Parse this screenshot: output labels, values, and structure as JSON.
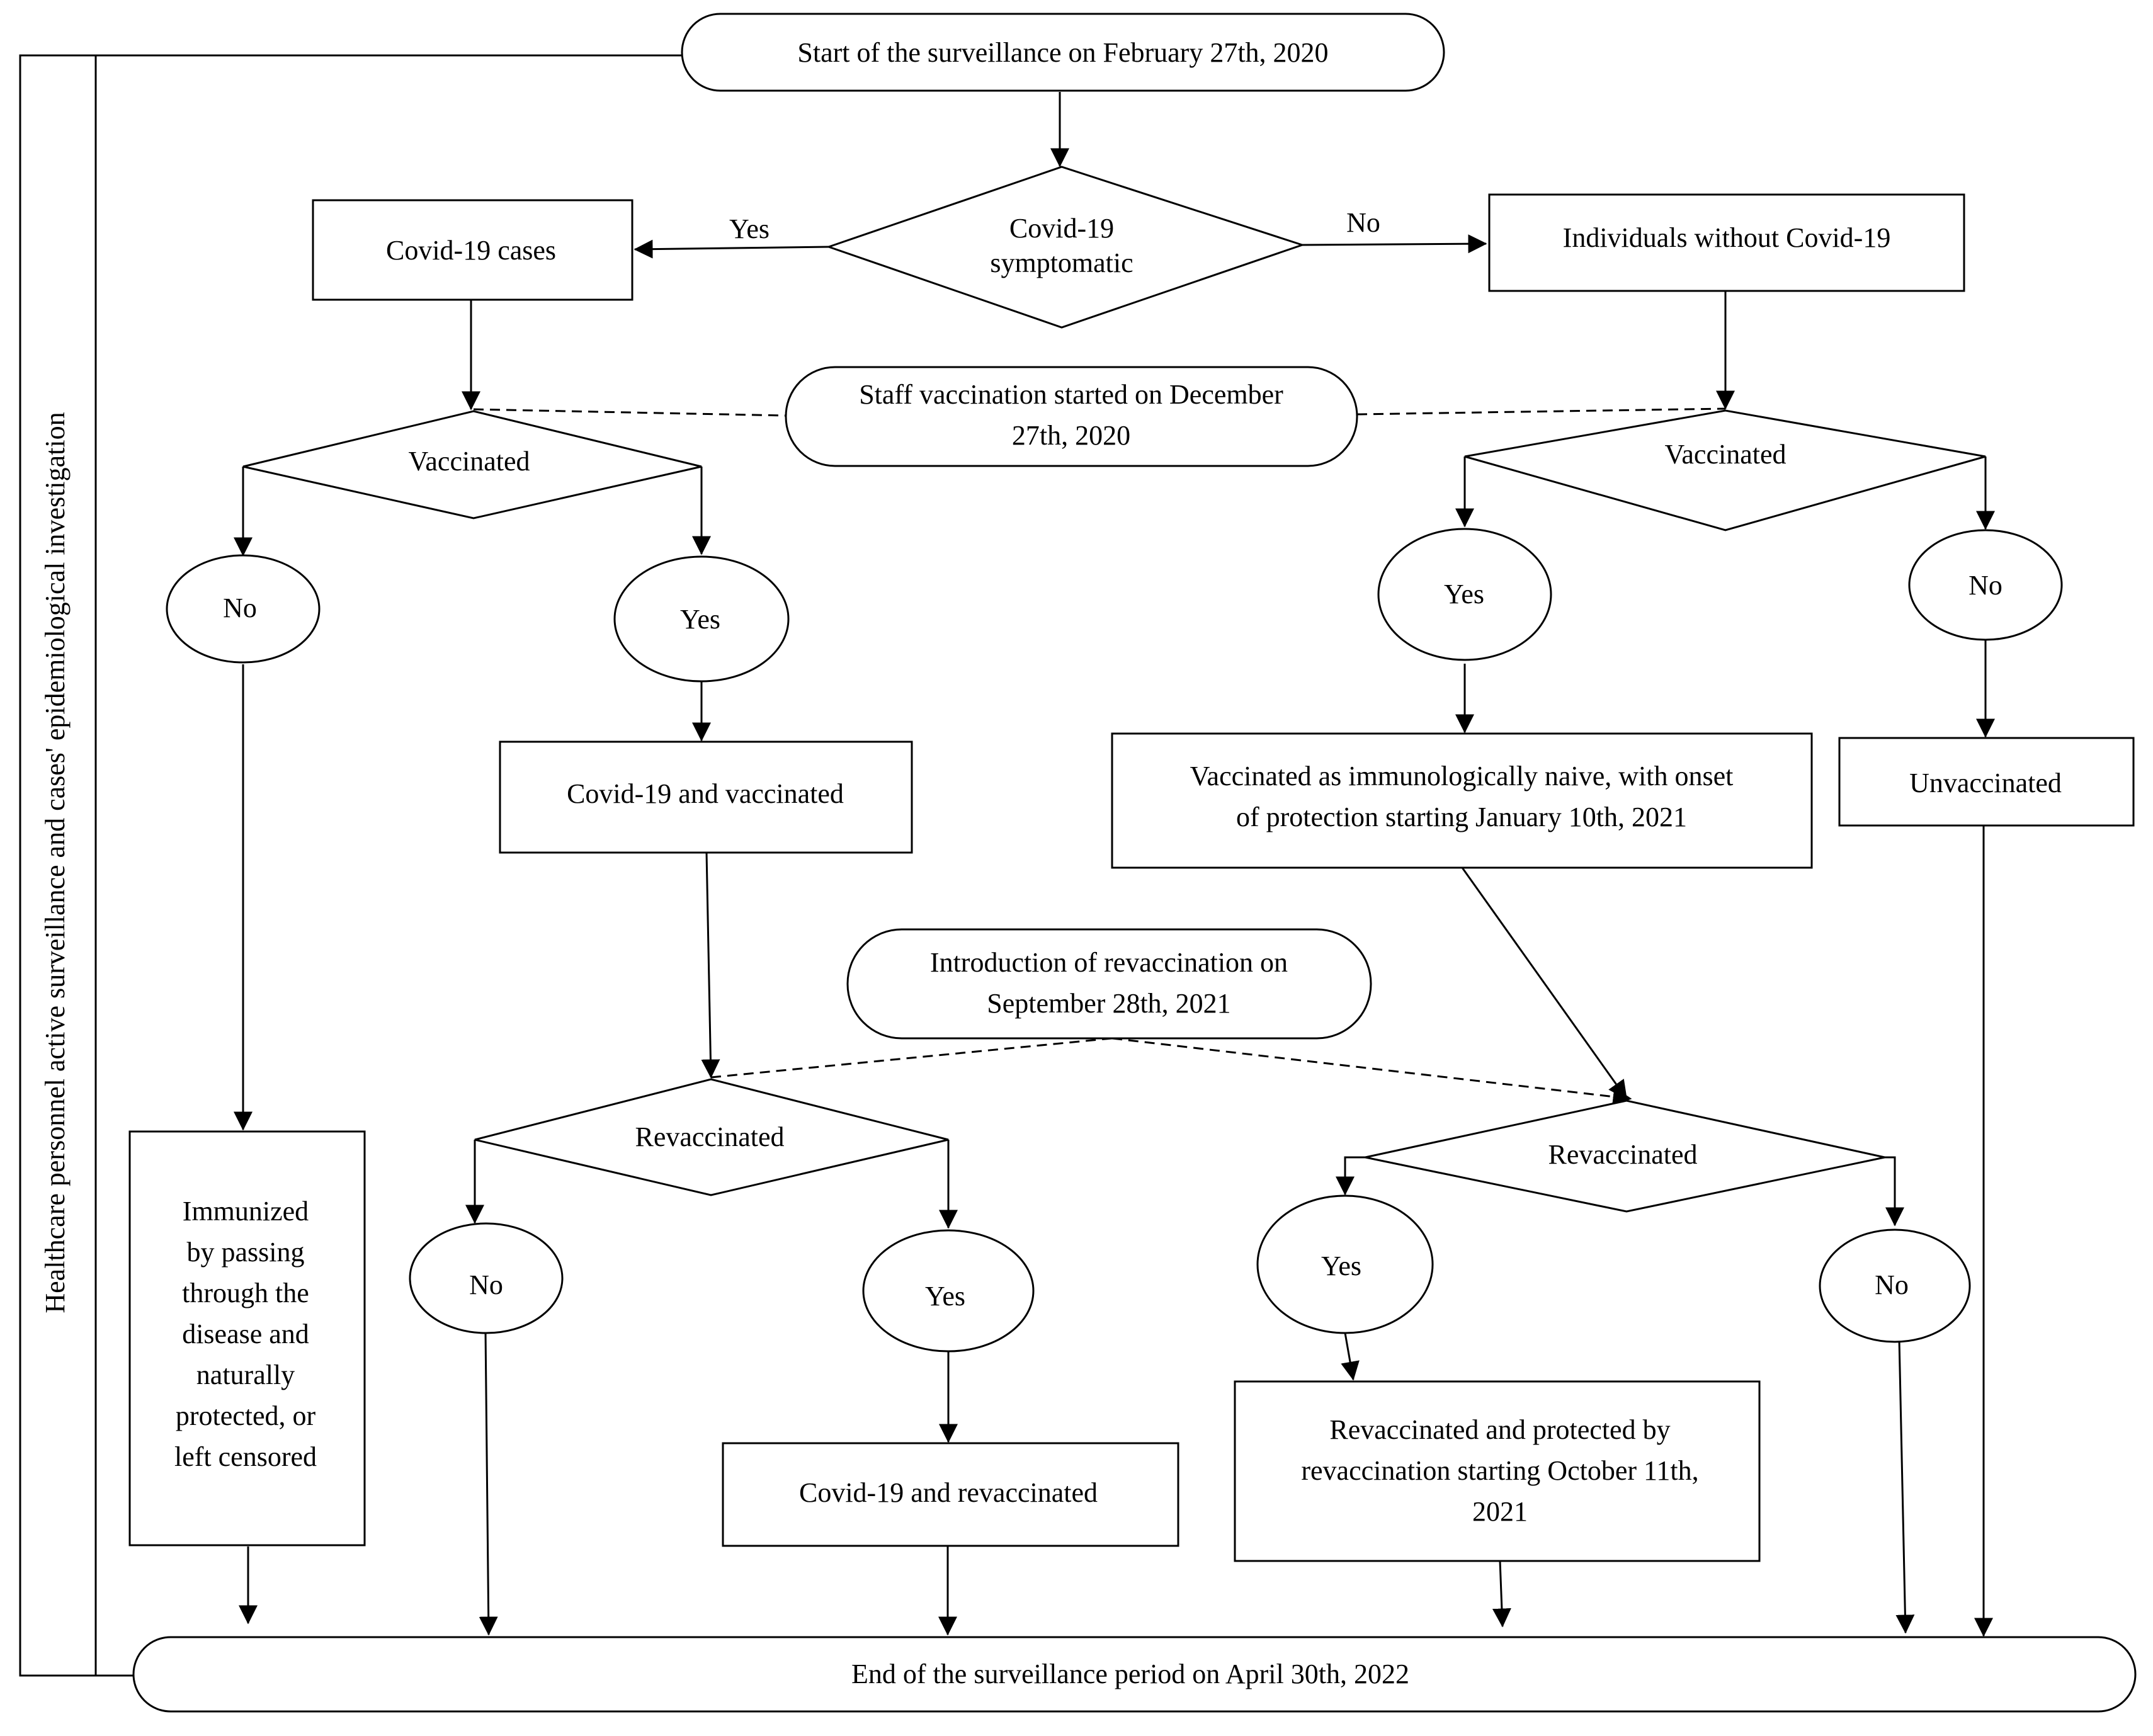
{
  "nodes": {
    "start": "Start of the surveillance on February 27th, 2020",
    "covid_symptomatic": [
      "Covid-19",
      "symptomatic"
    ],
    "covid_cases": "Covid-19 cases",
    "without_covid": "Individuals without Covid-19",
    "staff_vaccination": [
      "Staff vaccination started on December",
      "27th, 2020"
    ],
    "vaccinated_left": "Vaccinated",
    "vaccinated_right": "Vaccinated",
    "no_left": "No",
    "yes_left": "Yes",
    "yes_right": "Yes",
    "no_right": "No",
    "covid_vaccinated": "Covid-19 and vaccinated",
    "vaccinated_naive": [
      "Vaccinated as immunologically naive, with onset",
      "of protection starting January 10th, 2021"
    ],
    "unvaccinated": "Unvaccinated",
    "revaccination_intro": [
      "Introduction of revaccination on",
      "September 28th, 2021"
    ],
    "revaccinated_left": "Revaccinated",
    "revaccinated_right": "Revaccinated",
    "immunized": [
      "Immunized",
      "by passing",
      "through the",
      "disease and",
      "naturally",
      "protected, or",
      "left censored"
    ],
    "no_rev_left": "No",
    "yes_rev_left": "Yes",
    "yes_rev_right": "Yes",
    "no_rev_right": "No",
    "covid_revaccinated": "Covid-19 and revaccinated",
    "revaccinated_protected": [
      "Revaccinated and protected by",
      "revaccination starting October 11th,",
      "2021"
    ],
    "end": "End of the surveillance period on April 30th, 2022"
  },
  "edge_labels": {
    "yes": "Yes",
    "no": "No"
  },
  "side_label": "Healthcare personnel active surveillance and cases' epidemiological investigation"
}
